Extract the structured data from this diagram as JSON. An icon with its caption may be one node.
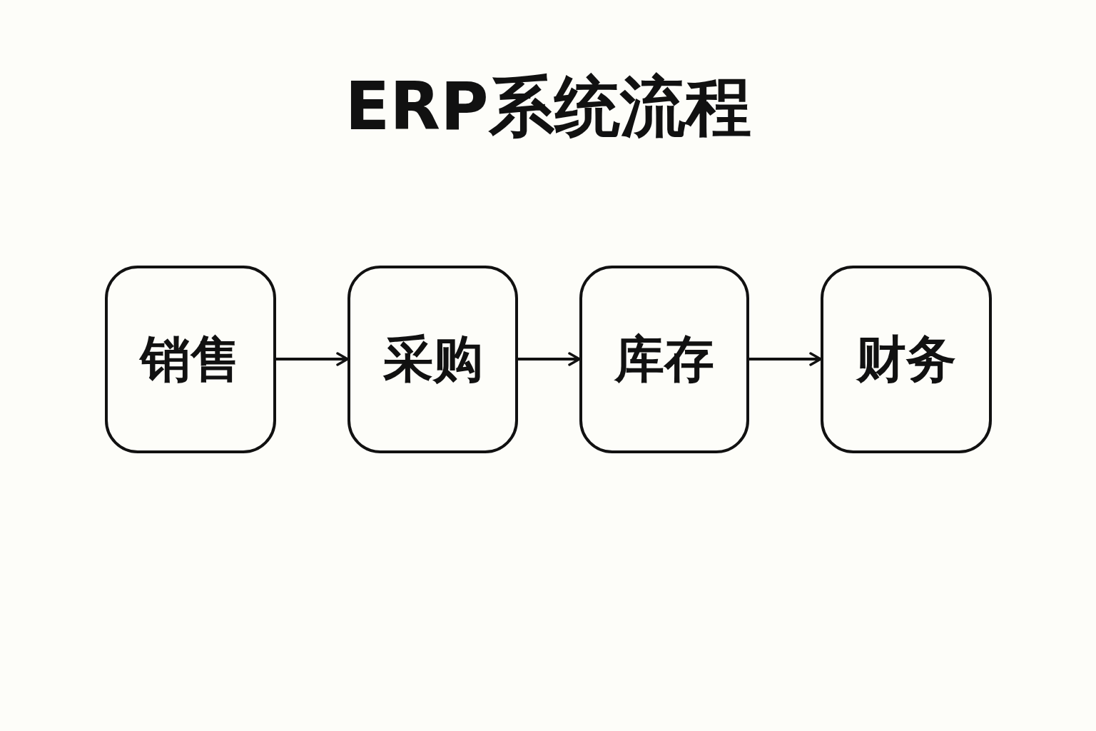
{
  "diagram": {
    "title": "ERP系统流程",
    "nodes": [
      {
        "text": [
          "销售"
        ]
      },
      {
        "text": [
          "采购"
        ]
      },
      {
        "text": [
          "库存"
        ]
      },
      {
        "text": [
          "财务"
        ]
      }
    ],
    "edges": [
      {
        "from": 0,
        "to": 1,
        "arrow": "to"
      },
      {
        "from": 1,
        "to": 2,
        "arrow": "to"
      },
      {
        "from": 2,
        "to": 3,
        "arrow": "to"
      }
    ]
  }
}
